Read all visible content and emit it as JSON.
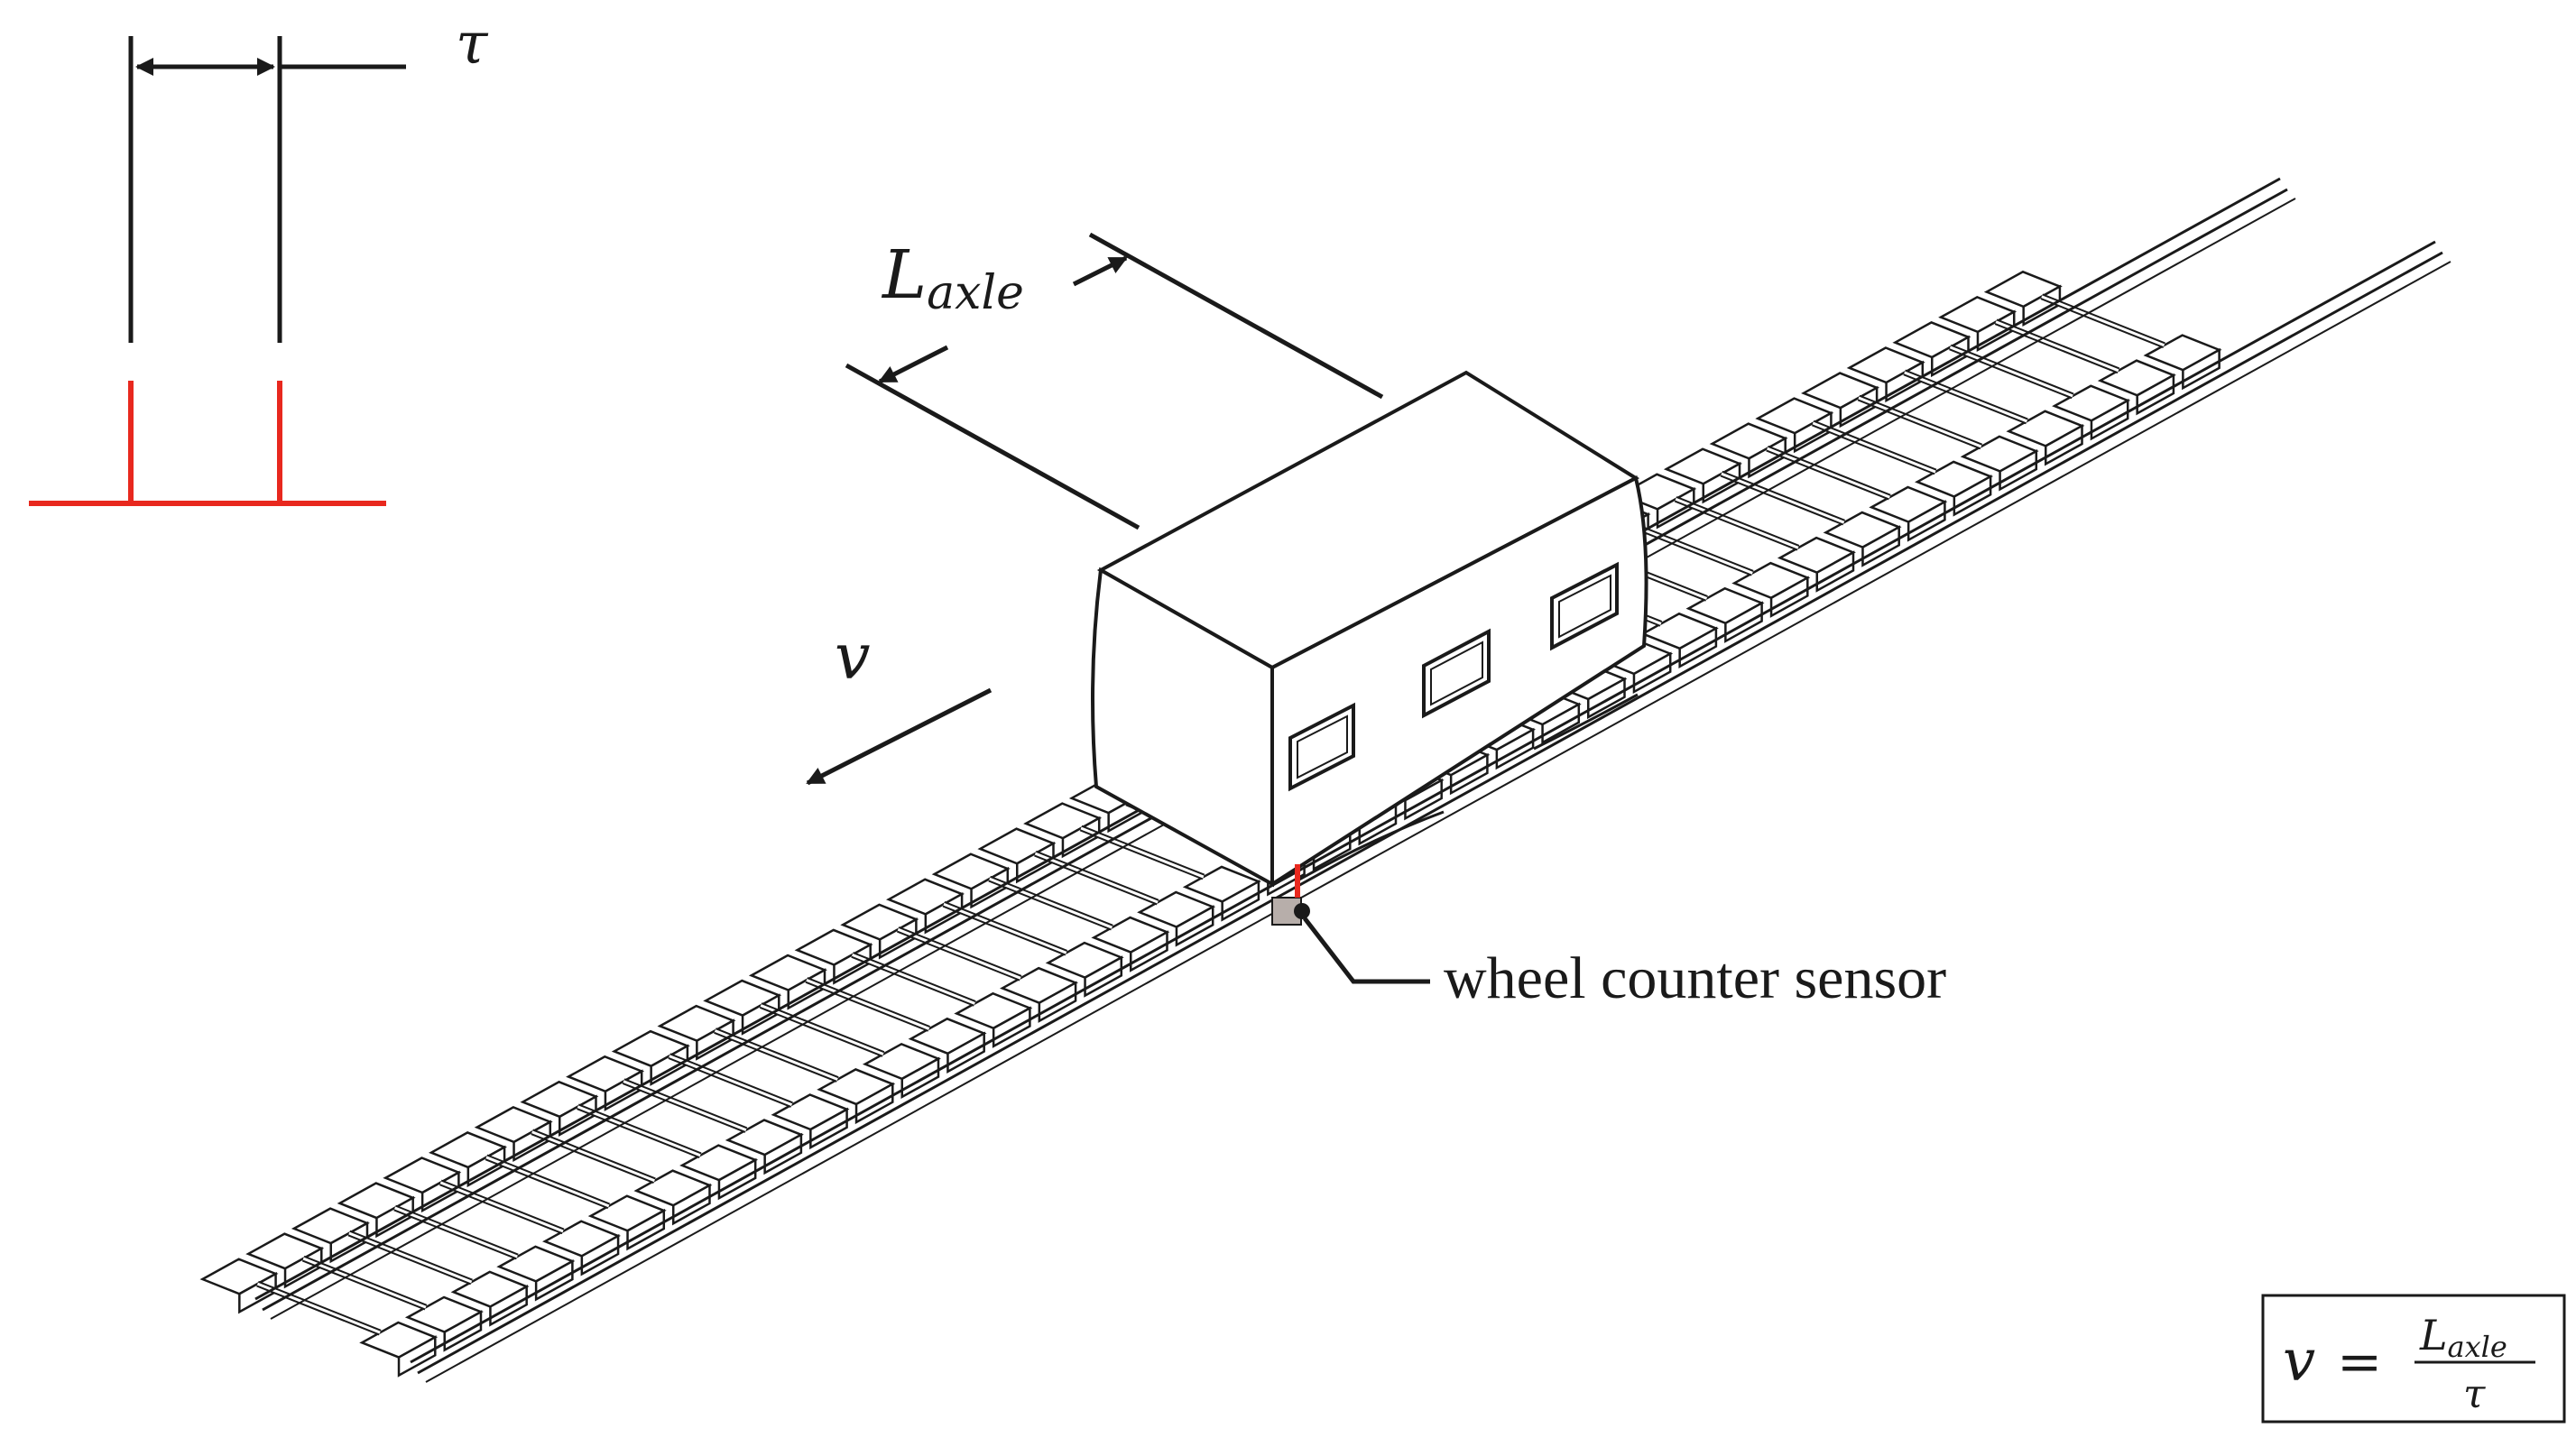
{
  "timing_diagram": {
    "tau_symbol": "τ",
    "pulse_color": "#e8281e"
  },
  "car": {
    "axle_length_symbol": "L",
    "axle_length_subscript": "axle",
    "velocity_symbol": "v"
  },
  "sensor": {
    "label": "wheel counter sensor",
    "marker_color": "#e8281e"
  },
  "formula": {
    "lhs": "v",
    "equals": "=",
    "numerator_symbol": "L",
    "numerator_subscript": "axle",
    "denominator": "τ"
  }
}
